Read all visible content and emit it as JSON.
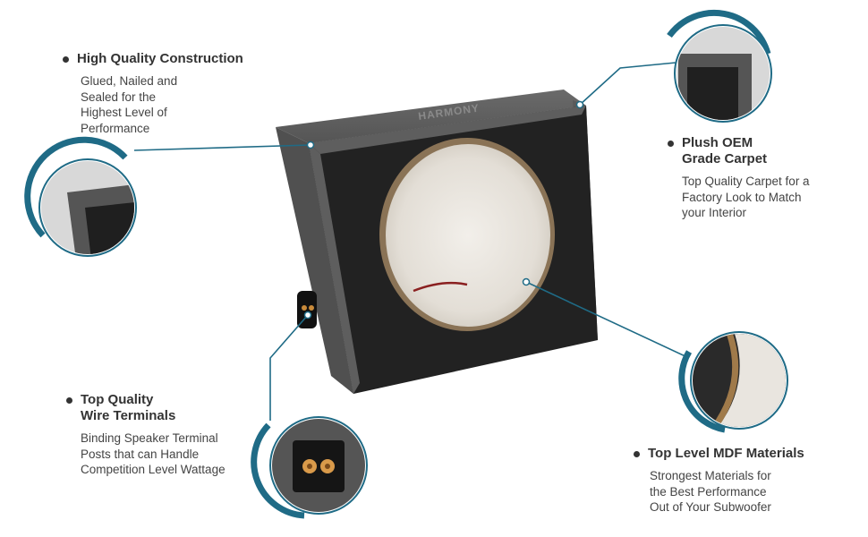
{
  "features": [
    {
      "id": "construction",
      "title": [
        "High Quality Construction"
      ],
      "desc": [
        "Glued, Nailed and",
        "Sealed for the",
        "Highest Level of",
        "Performance"
      ]
    },
    {
      "id": "carpet",
      "title": [
        "Plush OEM",
        "Grade Carpet"
      ],
      "desc": [
        "Top Quality Carpet for a",
        "Factory Look to Match",
        "your Interior"
      ]
    },
    {
      "id": "terminals",
      "title": [
        "Top Quality",
        "Wire Terminals"
      ],
      "desc": [
        "Binding Speaker Terminal",
        "Posts that can Handle",
        "Competition Level Wattage"
      ]
    },
    {
      "id": "mdf",
      "title": [
        "Top Level MDF Materials"
      ],
      "desc": [
        "Strongest Materials for",
        "the Best Performance",
        "Out of  Your Subwoofer"
      ]
    }
  ],
  "colors": {
    "accent": "#1f6b86",
    "carpet": "#4a4a4a",
    "carpet_dark": "#1c1c1c",
    "fiber": "#e6e2dc"
  },
  "brand": "HARMONY"
}
